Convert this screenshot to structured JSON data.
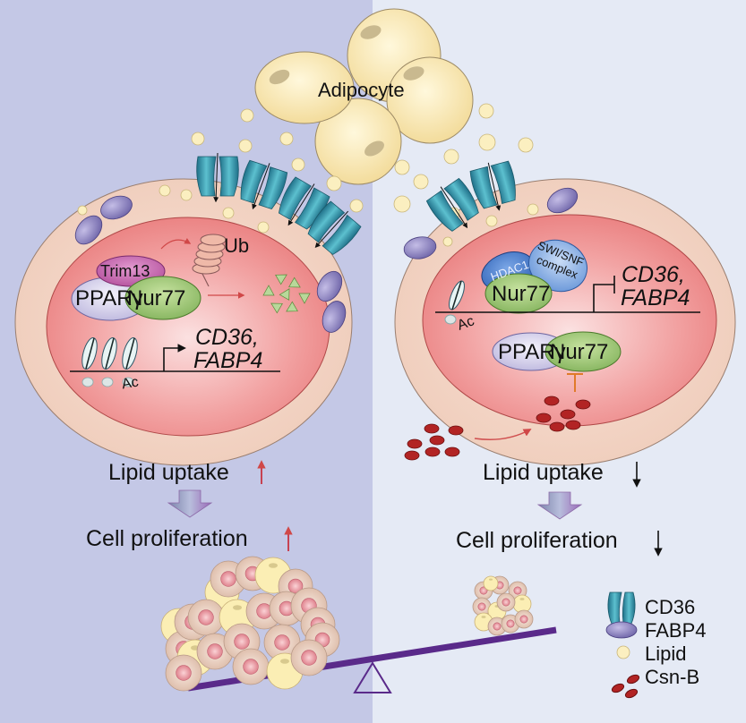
{
  "figure": {
    "adipocyte_label": "Adipocyte",
    "colors": {
      "left_bg": "#c4c8e6",
      "right_bg": "#e5eaf5",
      "cytoplasm": "#f2d2c4",
      "nucleus": "#ee8a8a",
      "cd36": "#2e8fa6",
      "fabp4": "#8f86c0",
      "lipid": "#fbefc0",
      "csnb": "#b22424",
      "seesaw": "#5a2a8a",
      "up_arrow": "#c8202c"
    },
    "left_panel": {
      "trim13": "Trim13",
      "ppar": "PPARγ",
      "nur77": "Nur77",
      "ub": "Ub",
      "ac": "Ac",
      "genes_line1": "CD36,",
      "genes_line2": "FABP4",
      "lipid_uptake": "Lipid uptake",
      "cell_proliferation": "Cell proliferation",
      "trend": "up"
    },
    "right_panel": {
      "hdac1": "HDAC1",
      "swisnf_line1": "SWI/SNF",
      "swisnf_line2": "complex",
      "nur77": "Nur77",
      "ppar": "PPARγ",
      "nur77_b": "Nur77",
      "ac": "Ac",
      "genes_line1": "CD36,",
      "genes_line2": "FABP4",
      "lipid_uptake": "Lipid uptake",
      "cell_proliferation": "Cell proliferation",
      "trend": "down"
    },
    "legend": [
      {
        "icon": "cd36-icon",
        "label": "CD36"
      },
      {
        "icon": "fabp4-icon",
        "label": "FABP4"
      },
      {
        "icon": "lipid-icon",
        "label": "Lipid"
      },
      {
        "icon": "csnb-icon",
        "label": "Csn-B"
      }
    ]
  }
}
